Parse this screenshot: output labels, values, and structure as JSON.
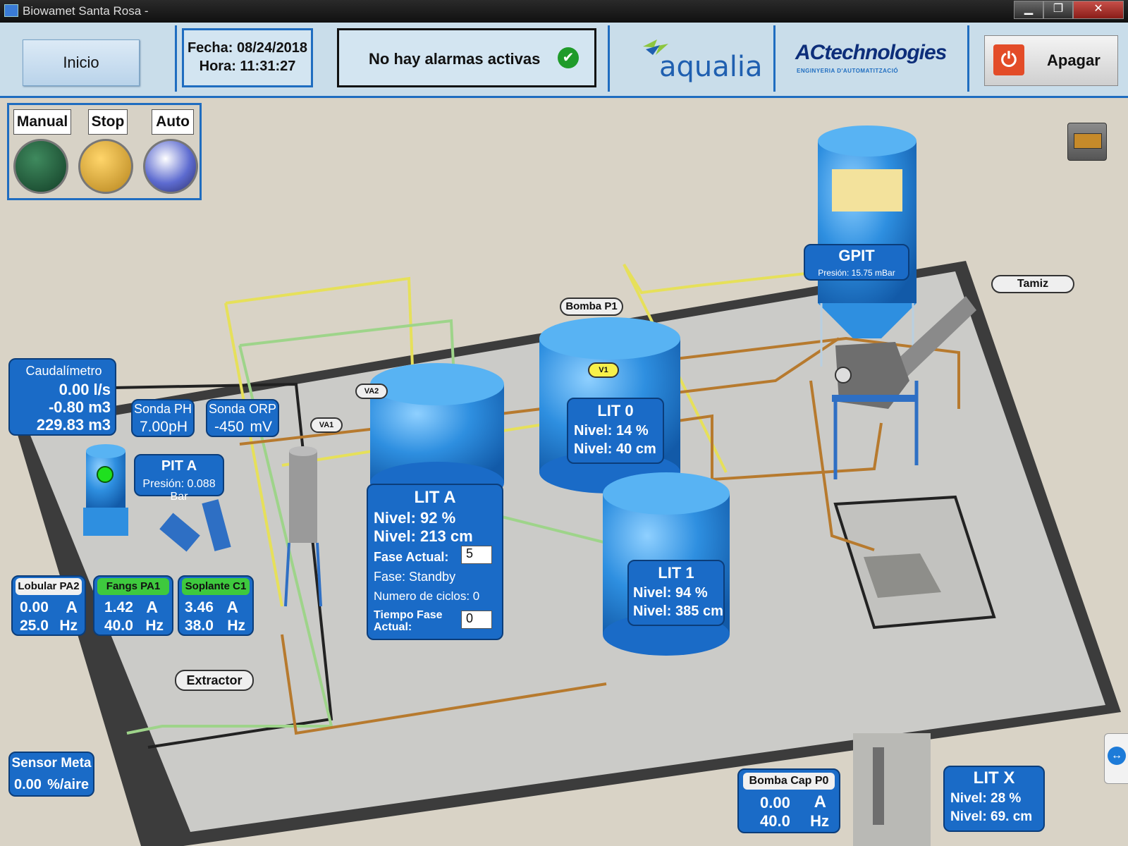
{
  "window": {
    "title": "Biowamet Santa Rosa -",
    "min": "▁",
    "max": "❐",
    "close": "✕"
  },
  "header": {
    "inicio": "Inicio",
    "fecha": "Fecha: 08/24/2018",
    "hora": "Hora: 11:31:27",
    "alarm": "No hay alarmas activas",
    "alarm_ok": "✔",
    "logo_aqualia": "aqualia",
    "logo_ac": "ACtechnologies",
    "logo_ac_sub": "ENGINYERIA D'AUTOMATITZACIÓ",
    "apagar": "Apagar",
    "power_glyph": "⏻"
  },
  "modes": {
    "manual": "Manual",
    "stop": "Stop",
    "auto": "Auto"
  },
  "colors": {
    "lamp_manual": "#1c5a3a",
    "lamp_stop": "#e0a832",
    "lamp_auto": "#6f7fd8",
    "box_blue": "#1a6bc7",
    "active_green": "#3ec93e"
  },
  "caudalimetro": {
    "title": "Caudalímetro",
    "flow": "0.00 l/s",
    "vol1": "-0.80 m3",
    "vol2": "229.83 m3"
  },
  "sonda_ph": {
    "title": "Sonda PH",
    "value": "7.00",
    "unit": "pH"
  },
  "sonda_orp": {
    "title": "Sonda ORP",
    "value": "-450",
    "unit": "mV"
  },
  "pit_a": {
    "title": "PIT A",
    "line": "Presión: 0.088 Bar"
  },
  "valves": {
    "va2": "VA2",
    "va1": "VA1",
    "v1": "V1"
  },
  "lit_a": {
    "title": "LIT A",
    "nivel_pct": "Nivel: 92 %",
    "nivel_cm": "Nivel: 213 cm",
    "fase_actual_label": "Fase Actual:",
    "fase_actual_value": "5",
    "fase": "Fase: Standby",
    "ciclos": "Numero de ciclos: 0",
    "tiempo_label_1": "Tiempo Fase",
    "tiempo_label_2": "Actual:",
    "tiempo_value": "0"
  },
  "lit_0": {
    "title": "LIT 0",
    "nivel_pct": "Nivel: 14 %",
    "nivel_cm": "Nivel: 40 cm"
  },
  "lit_1": {
    "title": "LIT 1",
    "nivel_pct": "Nivel: 94 %",
    "nivel_cm": "Nivel: 385 cm"
  },
  "lit_x": {
    "title": "LIT X",
    "nivel_pct": "Nivel: 28 %",
    "nivel_cm": "Nivel: 69. cm"
  },
  "gpit": {
    "title": "GPIT",
    "line": "Presión: 15.75 mBar"
  },
  "labels": {
    "bomba_p1": "Bomba P1",
    "tamiz": "Tamiz",
    "extractor": "Extractor"
  },
  "lobular": {
    "title": "Lobular PA2",
    "amps": "0.00",
    "amps_unit": "A",
    "hz": "25.0",
    "hz_unit": "Hz"
  },
  "fangs": {
    "title": "Fangs PA1",
    "amps": "1.42",
    "amps_unit": "A",
    "hz": "40.0",
    "hz_unit": "Hz"
  },
  "soplante": {
    "title": "Soplante C1",
    "amps": "3.46",
    "amps_unit": "A",
    "hz": "38.0",
    "hz_unit": "Hz"
  },
  "sensor_meta": {
    "title": "Sensor Meta",
    "value": "0.00",
    "unit": "%/aire"
  },
  "bomba_cap": {
    "title": "Bomba Cap P0",
    "amps": "0.00",
    "amps_unit": "A",
    "hz": "40.0",
    "hz_unit": "Hz"
  }
}
